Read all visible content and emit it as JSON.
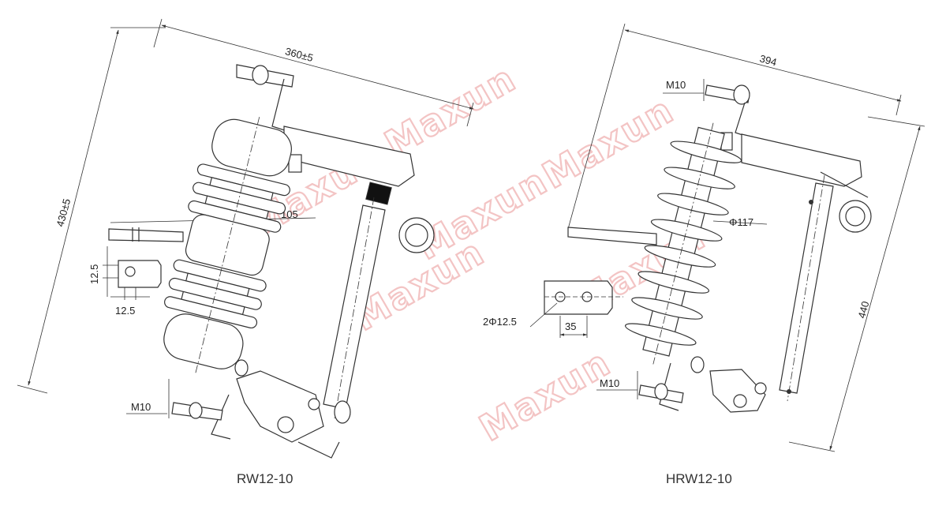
{
  "watermark": "Maxun",
  "left_drawing": {
    "caption": "RW12-10",
    "dims": {
      "width": "360±5",
      "height": "430±5",
      "insulator": "105",
      "hole_v": "12.5",
      "hole_h": "12.5",
      "bolt": "M10"
    }
  },
  "right_drawing": {
    "caption": "HRW12-10",
    "dims": {
      "width": "394",
      "height": "440",
      "bolt_top": "M10",
      "bolt_bottom": "M10",
      "insulator": "Φ117",
      "holes": "2Φ12.5",
      "spacing": "35"
    }
  }
}
